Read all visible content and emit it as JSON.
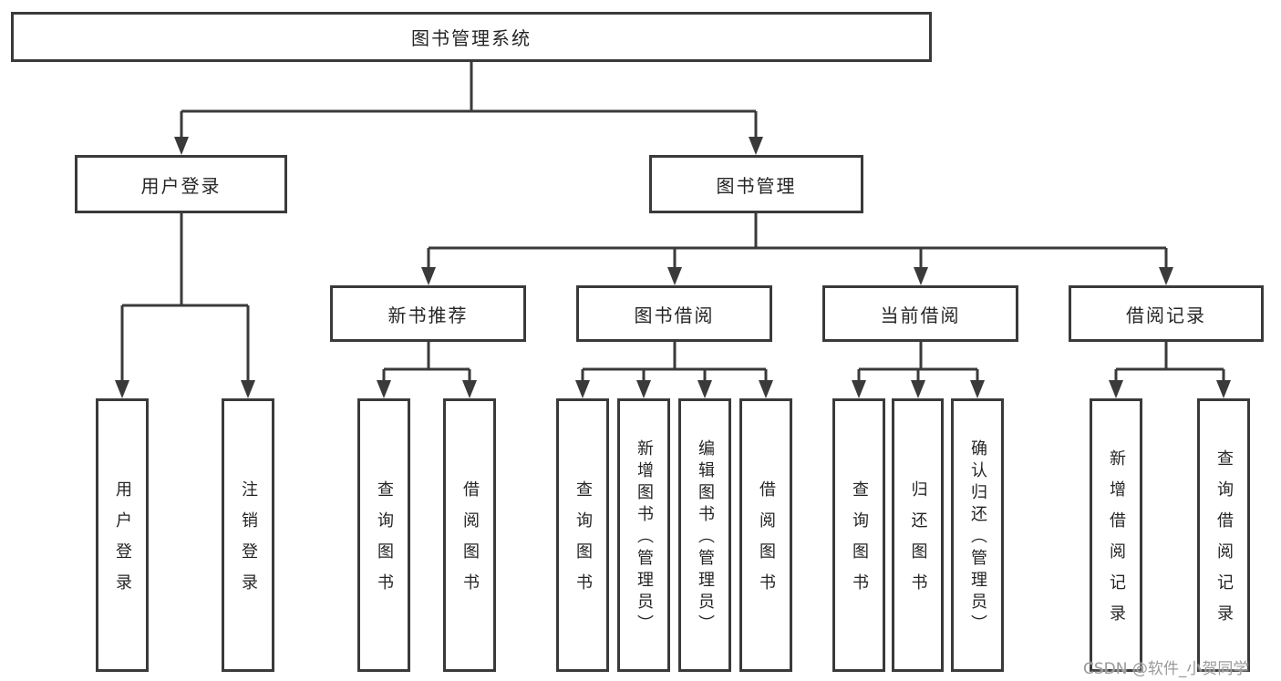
{
  "diagram": {
    "root": {
      "label": "图书管理系统",
      "children": [
        {
          "label": "用户登录",
          "children": [
            {
              "label": "用户登录"
            },
            {
              "label": "注销登录"
            }
          ]
        },
        {
          "label": "图书管理",
          "children": [
            {
              "label": "新书推荐",
              "children": [
                {
                  "label": "查询图书"
                },
                {
                  "label": "借阅图书"
                }
              ]
            },
            {
              "label": "图书借阅",
              "children": [
                {
                  "label": "查询图书"
                },
                {
                  "label": "新增图书（管理员）"
                },
                {
                  "label": "编辑图书（管理员）"
                },
                {
                  "label": "借阅图书"
                }
              ]
            },
            {
              "label": "当前借阅",
              "children": [
                {
                  "label": "查询图书"
                },
                {
                  "label": "归还图书"
                },
                {
                  "label": "确认归还（管理员）"
                }
              ]
            },
            {
              "label": "借阅记录",
              "children": [
                {
                  "label": "新增借阅记录"
                },
                {
                  "label": "查询借阅记录"
                }
              ]
            }
          ]
        }
      ]
    }
  },
  "watermark": {
    "text": "CSDN @软件_小贺同学"
  },
  "colors": {
    "line": "#3a3a3a",
    "box_border": "#3a3a3a",
    "box_fill": "#ffffff",
    "text": "#252525",
    "watermark": "#9a9a9a",
    "background": "#ffffff"
  }
}
